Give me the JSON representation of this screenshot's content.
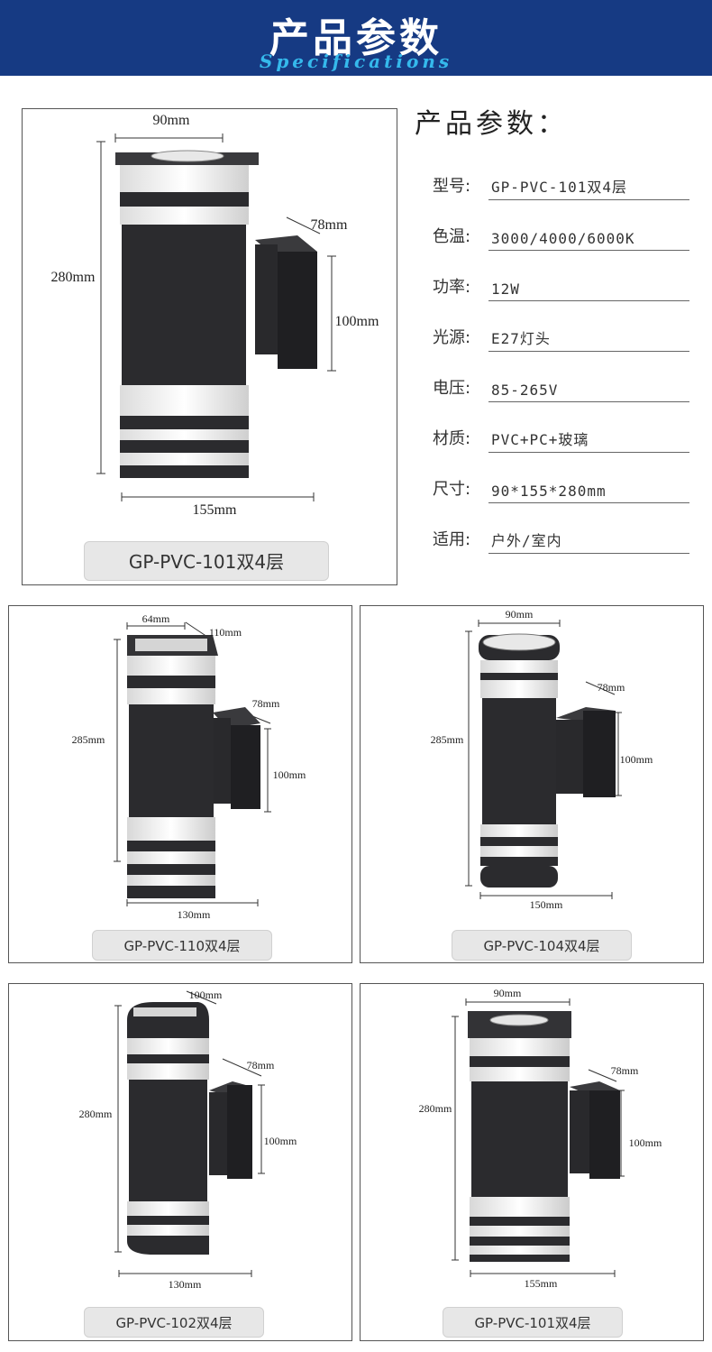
{
  "header": {
    "title": "产品参数",
    "subtitle": "Specifications"
  },
  "main": {
    "dims": {
      "top": "90mm",
      "depth": "78mm",
      "height": "280mm",
      "bracket": "100mm",
      "bottom": "155mm"
    },
    "model": "GP-PVC-101双4层"
  },
  "specs": {
    "title": "产品参数：",
    "rows": [
      {
        "label": "型号:",
        "value": "GP-PVC-101双4层"
      },
      {
        "label": "色温:",
        "value": "3000/4000/6000K"
      },
      {
        "label": "功率:",
        "value": "12W"
      },
      {
        "label": "光源:",
        "value": "E27灯头"
      },
      {
        "label": "电压:",
        "value": "85-265V"
      },
      {
        "label": "材质:",
        "value": "PVC+PC+玻璃"
      },
      {
        "label": "尺寸:",
        "value": "90*155*280mm"
      },
      {
        "label": "适用:",
        "value": "户外/室内"
      }
    ]
  },
  "products": [
    {
      "model": "GP-PVC-110双4层",
      "dims": {
        "top": "64mm",
        "width2": "110mm",
        "depth": "78mm",
        "height": "285mm",
        "bracket": "100mm",
        "bottom": "130mm"
      }
    },
    {
      "model": "GP-PVC-104双4层",
      "dims": {
        "top": "90mm",
        "depth": "78mm",
        "height": "285mm",
        "bracket": "100mm",
        "bottom": "150mm"
      }
    },
    {
      "model": "GP-PVC-102双4层",
      "dims": {
        "top": "100mm",
        "depth": "78mm",
        "height": "280mm",
        "bracket": "100mm",
        "bottom": "130mm"
      }
    },
    {
      "model": "GP-PVC-101双4层",
      "dims": {
        "top": "90mm",
        "depth": "78mm",
        "height": "280mm",
        "bracket": "100mm",
        "bottom": "155mm"
      }
    }
  ],
  "colors": {
    "header_bg": "#163a83",
    "subtitle": "#35b9ec",
    "lamp": "#2b2b2e"
  }
}
